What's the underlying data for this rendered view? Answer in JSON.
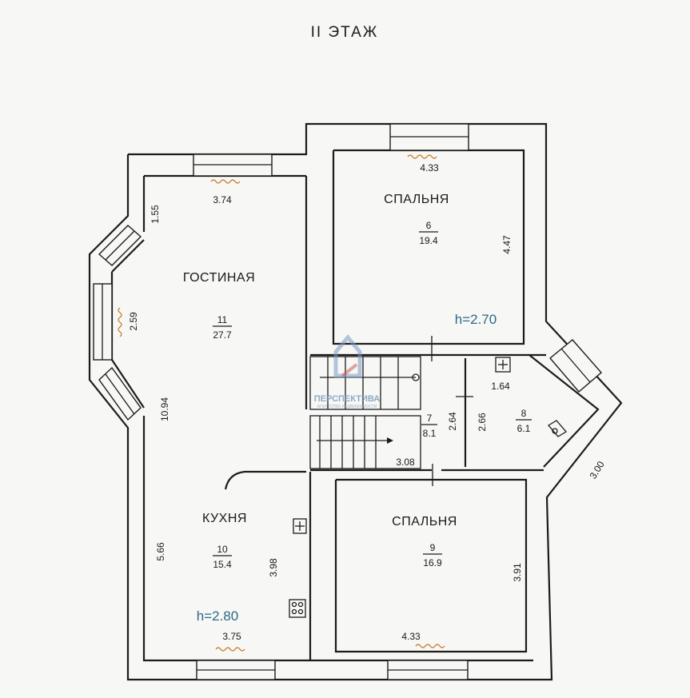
{
  "title": "II ЭТАЖ",
  "watermark": {
    "text": "ПЕРСПЕКТИВА",
    "subtext": "АГЕНТСТВО НЕДВИЖИМОСТИ"
  },
  "rooms": [
    {
      "id": "living",
      "name": "ГОСТИНАЯ",
      "number": "11",
      "area": "27.7"
    },
    {
      "id": "bedroom-top",
      "name": "СПАЛЬНЯ",
      "number": "6",
      "area": "19.4"
    },
    {
      "id": "kitchen",
      "name": "КУХНЯ",
      "number": "10",
      "area": "15.4"
    },
    {
      "id": "bedroom-bottom",
      "name": "СПАЛЬНЯ",
      "number": "9",
      "area": "16.9"
    },
    {
      "id": "hall",
      "name": "",
      "number": "7",
      "area": "8.1"
    },
    {
      "id": "bath",
      "name": "",
      "number": "8",
      "area": "6.1"
    }
  ],
  "heights": {
    "upper": "h=2.70",
    "lower": "h=2.80"
  },
  "dimensions": {
    "living_top": "3.74",
    "living_left_upper": "1.55",
    "bay_window": "2.59",
    "living_kitchen_left": "10.94",
    "kitchen_left": "5.66",
    "kitchen_right": "3.98",
    "kitchen_bottom": "3.75",
    "bedroom_top_width": "4.33",
    "bedroom_top_height": "4.47",
    "hall_width": "3.08",
    "hall_height": "2.64",
    "bath_width": "1.64",
    "bath_height": "2.66",
    "diagonal_wall": "3.00",
    "bedroom_bottom_width": "4.33",
    "bedroom_bottom_height": "3.91"
  }
}
